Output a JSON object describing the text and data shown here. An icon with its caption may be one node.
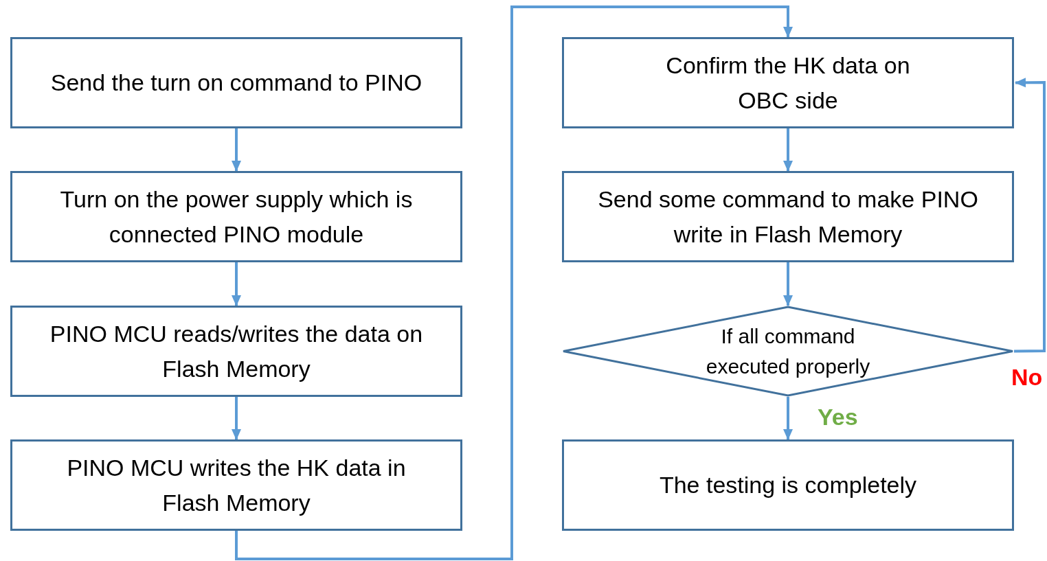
{
  "diagram": {
    "nodes": [
      {
        "text": [
          "Send the turn on command to PINO"
        ]
      },
      {
        "text": [
          "Turn on the power supply which is connected PINO module"
        ]
      },
      {
        "text": [
          "PINO MCU reads/writes the data on Flash Memory"
        ]
      },
      {
        "text": [
          "PINO MCU writes the HK data in Flash Memory"
        ]
      },
      {
        "text": [
          "Confirm the HK data on OBC side"
        ]
      },
      {
        "text": [
          "Send some command to make PINO write in Flash Memory"
        ]
      },
      {
        "text": [
          "If all command executed properly"
        ]
      },
      {
        "text": [
          "The testing is completely"
        ]
      }
    ],
    "edges": [
      {
        "from": 0,
        "to": 1,
        "arrow": "to"
      },
      {
        "from": 1,
        "to": 2,
        "arrow": "to"
      },
      {
        "from": 2,
        "to": 3,
        "arrow": "to"
      },
      {
        "from": 3,
        "to": 4,
        "arrow": "to"
      },
      {
        "from": 4,
        "to": 5,
        "arrow": "to"
      },
      {
        "from": 5,
        "to": 6,
        "arrow": "to"
      },
      {
        "from": 6,
        "to": 7,
        "arrow": "to",
        "label": "Yes"
      },
      {
        "from": 6,
        "to": 4,
        "arrow": "to",
        "label": "No"
      }
    ]
  }
}
